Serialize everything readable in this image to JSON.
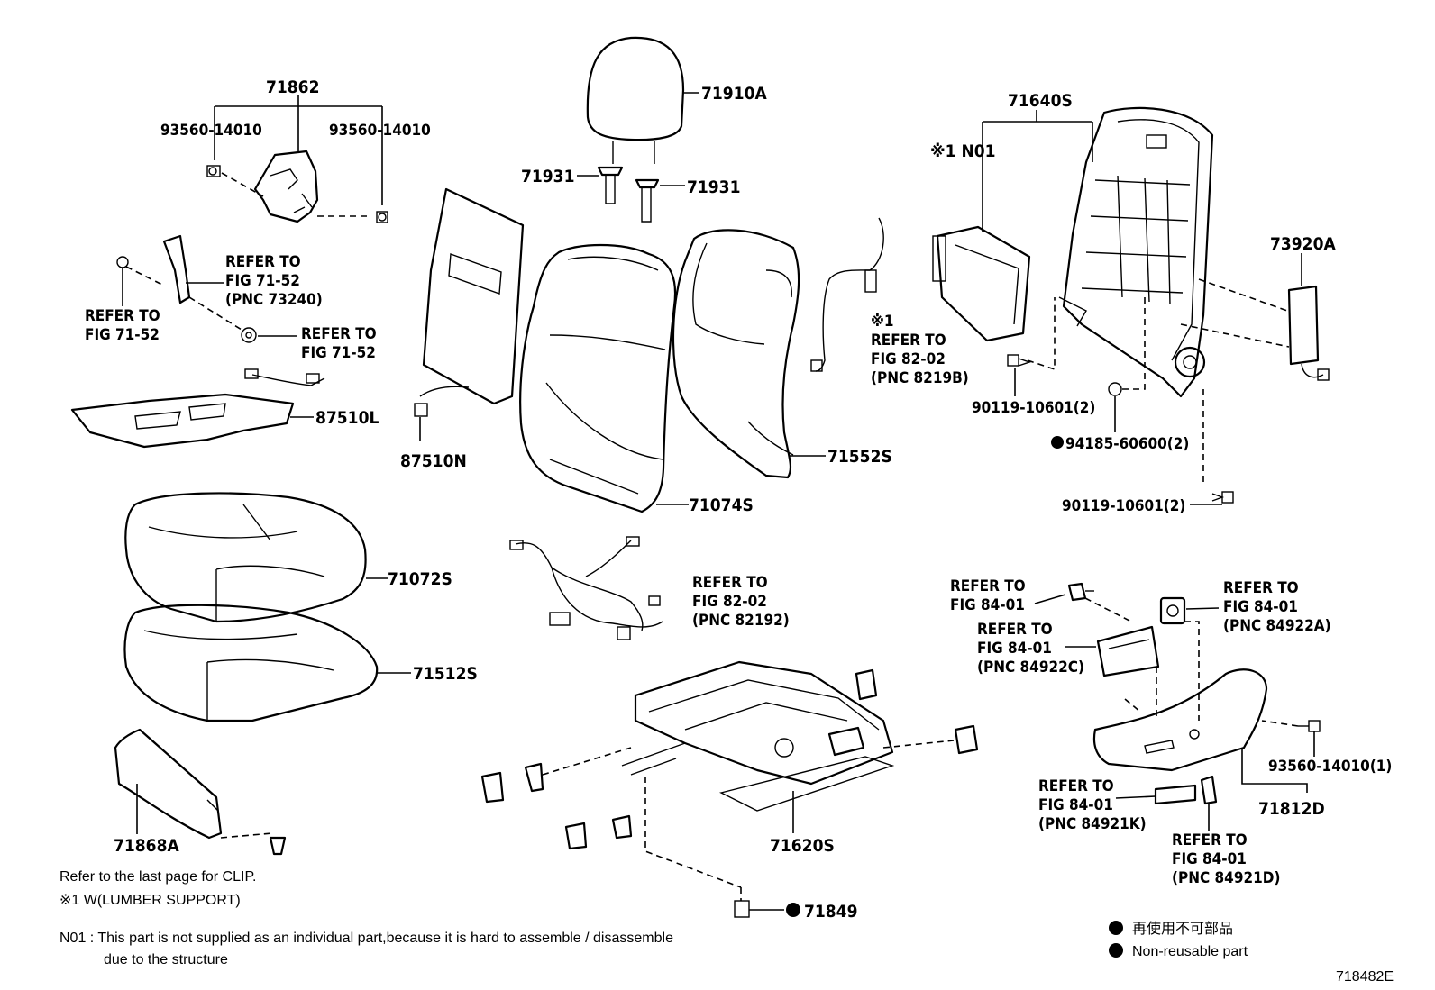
{
  "labels": {
    "p71862": "71862",
    "p93560_l": "93560-14010",
    "p93560_r": "93560-14010",
    "refer71_52_a_1": "REFER TO",
    "refer71_52_a_2": "FIG 71-52",
    "refer71_52_a_3": "(PNC 73240)",
    "refer71_52_b_1": "REFER TO",
    "refer71_52_b_2": "FIG 71-52",
    "refer71_52_c_1": "REFER TO",
    "refer71_52_c_2": "FIG 71-52",
    "p87510L": "87510L",
    "p87510N": "87510N",
    "p71910A": "71910A",
    "p71931_l": "71931",
    "p71931_r": "71931",
    "p71074S": "71074S",
    "p71552S": "71552S",
    "refer82_02_b_0": "※1",
    "refer82_02_b_1": "REFER TO",
    "refer82_02_b_2": "FIG 82-02",
    "refer82_02_b_3": "(PNC 8219B)",
    "p71640S": "71640S",
    "n01": "※1 N01",
    "p73920A": "73920A",
    "p90119_a": "90119-10601(2)",
    "p94185": "94185-60600(2)",
    "p90119_b": "90119-10601(2)",
    "p71072S": "71072S",
    "p71512S": "71512S",
    "refer82_02_a_1": "REFER TO",
    "refer82_02_a_2": "FIG 82-02",
    "refer82_02_a_3": "(PNC 82192)",
    "p71868A": "71868A",
    "p71620S": "71620S",
    "p71849": "71849",
    "refer84_01_a_1": "REFER TO",
    "refer84_01_a_2": "FIG 84-01",
    "refer84_01_b_1": "REFER TO",
    "refer84_01_b_2": "FIG 84-01",
    "refer84_01_b_3": "(PNC 84922C)",
    "refer84_01_c_1": "REFER TO",
    "refer84_01_c_2": "FIG 84-01",
    "refer84_01_c_3": "(PNC 84922A)",
    "p93560_1": "93560-14010(1)",
    "p71812D": "71812D",
    "refer84_01_d_1": "REFER TO",
    "refer84_01_d_2": "FIG 84-01",
    "refer84_01_d_3": "(PNC 84921K)",
    "refer84_01_e_1": "REFER TO",
    "refer84_01_e_2": "FIG 84-01",
    "refer84_01_e_3": "(PNC 84921D)"
  },
  "notes": {
    "clip": "Refer to the last page for CLIP.",
    "lumber": "※1 W(LUMBER  SUPPORT)",
    "n01_1": "N01 : This part is not supplied as an individual part,because it is hard to assemble / disassemble",
    "n01_2": "due to the structure",
    "legend_jp": "再使用不可部品",
    "legend_en": "Non-reusable part",
    "figure_id": "718482E"
  }
}
